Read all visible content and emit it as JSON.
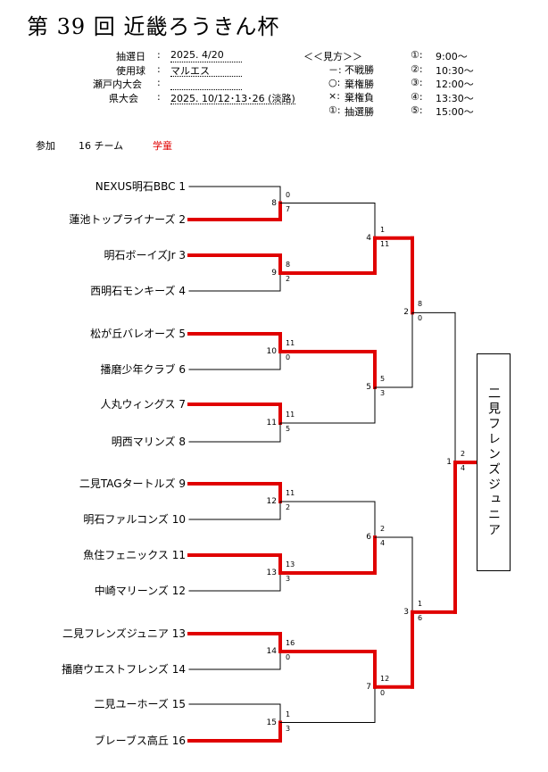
{
  "title": "第 39 回 近畿ろうきん杯",
  "info": [
    {
      "label": "抽選日",
      "value": "2025. 4/20"
    },
    {
      "label": "使用球",
      "value": "マルエス"
    },
    {
      "label": "瀬戸内大会",
      "value": ""
    },
    {
      "label": "県大会",
      "value": "2025. 10/12･13･26 (淡路)"
    }
  ],
  "info_colon": ":",
  "legend_title": "＜＜見方＞＞",
  "legend_marks": [
    {
      "mark": "－:",
      "text": "不戦勝"
    },
    {
      "mark": "○:",
      "text": "棄権勝"
    },
    {
      "mark": "×:",
      "text": "棄権負"
    },
    {
      "mark": "①:",
      "text": "抽選勝"
    }
  ],
  "times": [
    {
      "mark": "①:",
      "time": "9:00～"
    },
    {
      "mark": "②:",
      "time": "10:30～"
    },
    {
      "mark": "③:",
      "time": "12:00～"
    },
    {
      "mark": "④:",
      "time": "13:30～"
    },
    {
      "mark": "⑤:",
      "time": "15:00～"
    }
  ],
  "participation": {
    "label": "参加",
    "count": "16 チーム",
    "category": "学童",
    "category_color": "#e00000"
  },
  "teams": [
    "NEXUS明石BBC 1",
    "蓮池トップライナーズ 2",
    "明石ボーイズJr 3",
    "西明石モンキーズ 4",
    "松が丘バレオーズ 5",
    "播磨少年クラブ 6",
    "人丸ウィングス 7",
    "明西マリンズ 8",
    "二見TAGタートルズ 9",
    "明石ファルコンズ 10",
    "魚住フェニックス 11",
    "中崎マリーンズ 12",
    "二見フレンズジュニア 13",
    "播磨ウエストフレンズ 14",
    "二見ユーホーズ 15",
    "ブレーブス高丘 16"
  ],
  "round1": [
    {
      "match": "8",
      "top": "0",
      "bottom": "7",
      "winner": "bottom"
    },
    {
      "match": "9",
      "top": "8",
      "bottom": "2",
      "winner": "top"
    },
    {
      "match": "10",
      "top": "11",
      "bottom": "0",
      "winner": "top"
    },
    {
      "match": "11",
      "top": "11",
      "bottom": "5",
      "winner": "top"
    },
    {
      "match": "12",
      "top": "11",
      "bottom": "2",
      "winner": "top"
    },
    {
      "match": "13",
      "top": "13",
      "bottom": "3",
      "winner": "top"
    },
    {
      "match": "14",
      "top": "16",
      "bottom": "0",
      "winner": "top"
    },
    {
      "match": "15",
      "top": "1",
      "bottom": "3",
      "winner": "bottom"
    }
  ],
  "round2": [
    {
      "match": "4",
      "top": "1",
      "bottom": "11",
      "winner": "bottom"
    },
    {
      "match": "5",
      "top": "5",
      "bottom": "3",
      "winner": "top"
    },
    {
      "match": "6",
      "top": "2",
      "bottom": "4",
      "winner": "bottom"
    },
    {
      "match": "7",
      "top": "12",
      "bottom": "0",
      "winner": "top"
    }
  ],
  "round3": [
    {
      "match": "2",
      "top": "8",
      "bottom": "0",
      "winner": "top"
    },
    {
      "match": "3",
      "top": "1",
      "bottom": "6",
      "winner": "bottom"
    }
  ],
  "final": {
    "match": "1",
    "top": "2",
    "bottom": "4",
    "winner": "bottom"
  },
  "champion": "二見フレンズジュニア",
  "colors": {
    "win_line": "#e00000",
    "line": "#000000"
  }
}
